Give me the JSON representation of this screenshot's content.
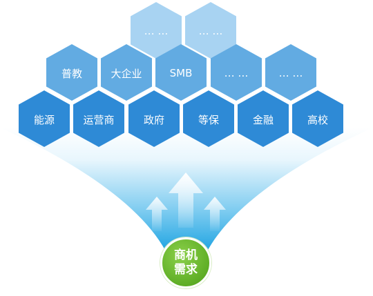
{
  "hexagons": {
    "row1": [
      {
        "label": "… …"
      },
      {
        "label": "… …"
      }
    ],
    "row2": [
      {
        "label": "普教"
      },
      {
        "label": "大企业"
      },
      {
        "label": "SMB"
      },
      {
        "label": "… …"
      },
      {
        "label": "… …"
      }
    ],
    "row3": [
      {
        "label": "能源"
      },
      {
        "label": "运营商"
      },
      {
        "label": "政府"
      },
      {
        "label": "等保"
      },
      {
        "label": "金融"
      },
      {
        "label": "高校"
      }
    ]
  },
  "colors": {
    "row1": "#a8d3f2",
    "row2": "#62abe2",
    "row3": "#2e8ad6",
    "funnel_top": "#eaf7fd",
    "funnel_bottom": "#19a6e3",
    "circle": "#5fae26"
  },
  "center_circle": {
    "label": "商机需求"
  },
  "arrows": {
    "count": 3,
    "direction": "up"
  }
}
